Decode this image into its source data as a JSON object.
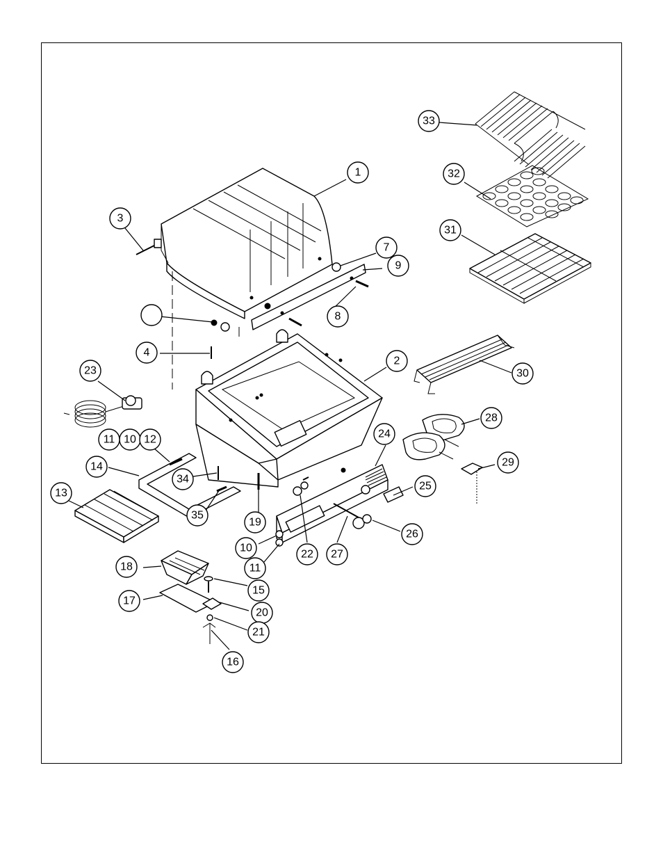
{
  "diagram": {
    "type": "exploded-parts-view",
    "ink_color": "#000000",
    "background_color": "#ffffff",
    "callouts": [
      {
        "id": "c1",
        "label": "1"
      },
      {
        "id": "c2",
        "label": "2"
      },
      {
        "id": "c3",
        "label": "3"
      },
      {
        "id": "c4",
        "label": "4"
      },
      {
        "id": "c7",
        "label": "7"
      },
      {
        "id": "c8",
        "label": "8"
      },
      {
        "id": "c9",
        "label": "9"
      },
      {
        "id": "c10a",
        "label": "10"
      },
      {
        "id": "c10b",
        "label": "10"
      },
      {
        "id": "c11a",
        "label": "11"
      },
      {
        "id": "c11b",
        "label": "11"
      },
      {
        "id": "c12",
        "label": "12"
      },
      {
        "id": "c13",
        "label": "13"
      },
      {
        "id": "c14",
        "label": "14"
      },
      {
        "id": "c15",
        "label": "15"
      },
      {
        "id": "c16",
        "label": "16"
      },
      {
        "id": "c17",
        "label": "17"
      },
      {
        "id": "c18",
        "label": "18"
      },
      {
        "id": "c19",
        "label": "19"
      },
      {
        "id": "c20",
        "label": "20"
      },
      {
        "id": "c21",
        "label": "21"
      },
      {
        "id": "c22",
        "label": "22"
      },
      {
        "id": "c23",
        "label": "23"
      },
      {
        "id": "c24",
        "label": "24"
      },
      {
        "id": "c25",
        "label": "25"
      },
      {
        "id": "c26",
        "label": "26"
      },
      {
        "id": "c27",
        "label": "27"
      },
      {
        "id": "c28",
        "label": "28"
      },
      {
        "id": "c29",
        "label": "29"
      },
      {
        "id": "c30",
        "label": "30"
      },
      {
        "id": "c31",
        "label": "31"
      },
      {
        "id": "c32",
        "label": "32"
      },
      {
        "id": "c33",
        "label": "33"
      },
      {
        "id": "c34",
        "label": "34"
      },
      {
        "id": "c35",
        "label": "35"
      },
      {
        "id": "blank",
        "label": ""
      }
    ]
  }
}
